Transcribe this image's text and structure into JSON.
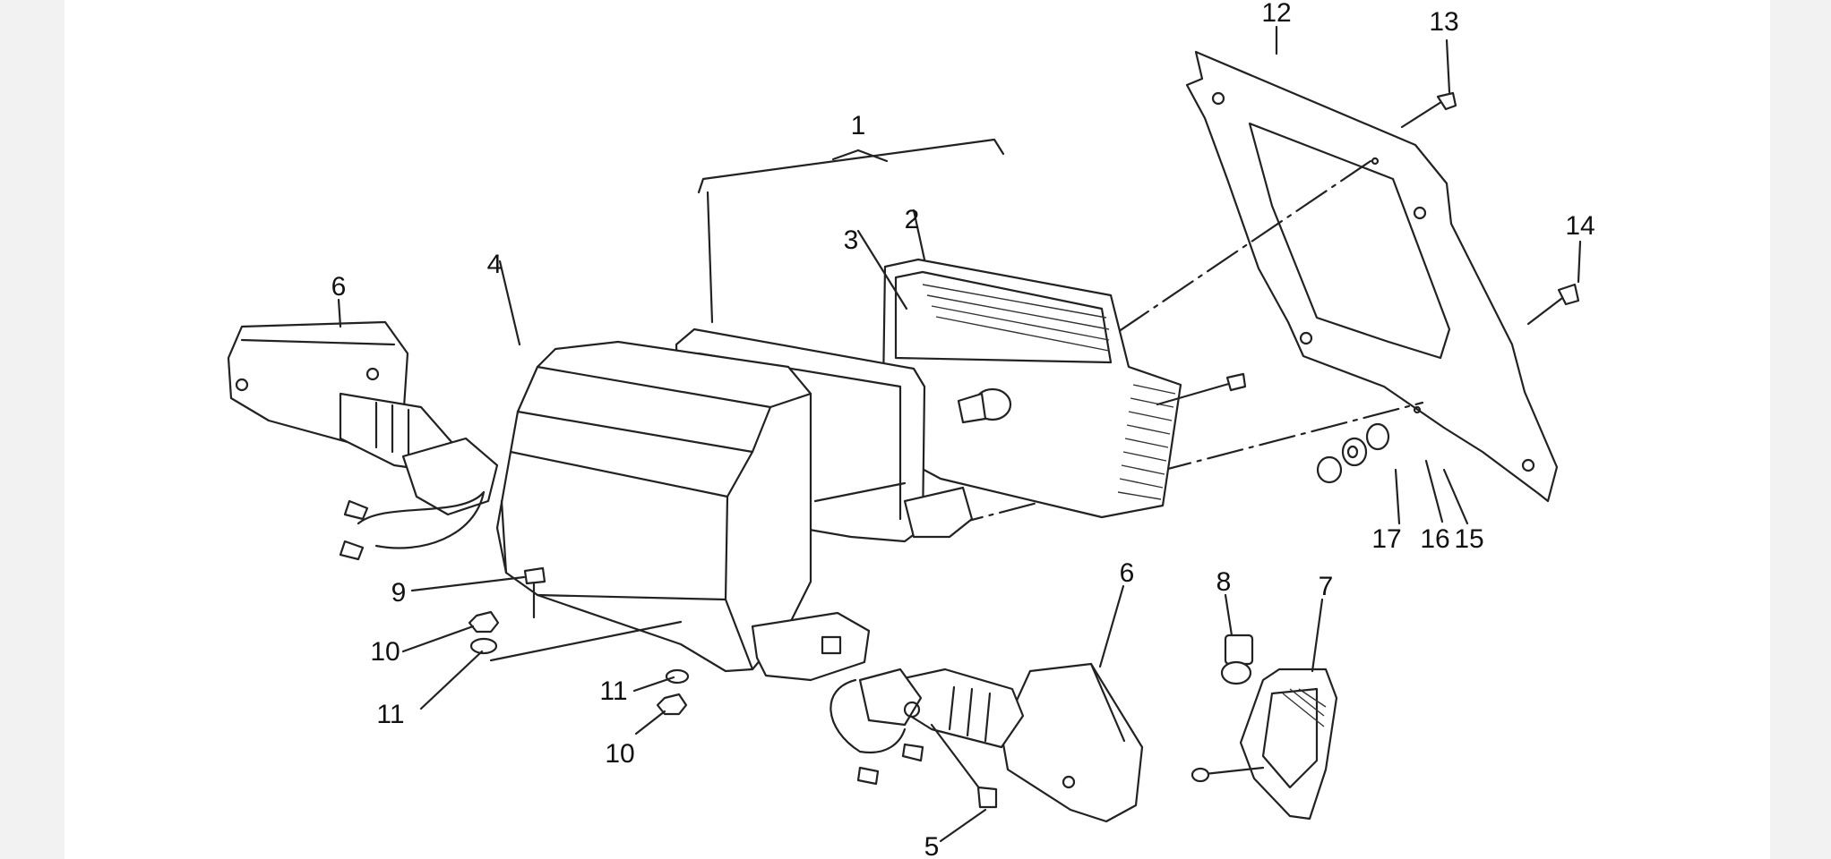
{
  "diagram": {
    "callouts": [
      {
        "id": "c1",
        "text": "1"
      },
      {
        "id": "c2",
        "text": "2"
      },
      {
        "id": "c3",
        "text": "3"
      },
      {
        "id": "c4",
        "text": "4"
      },
      {
        "id": "c5",
        "text": "5"
      },
      {
        "id": "c6a",
        "text": "6"
      },
      {
        "id": "c6b",
        "text": "6"
      },
      {
        "id": "c7",
        "text": "7"
      },
      {
        "id": "c8",
        "text": "8"
      },
      {
        "id": "c9",
        "text": "9"
      },
      {
        "id": "c10a",
        "text": "10"
      },
      {
        "id": "c10b",
        "text": "10"
      },
      {
        "id": "c11a",
        "text": "11"
      },
      {
        "id": "c11b",
        "text": "11"
      },
      {
        "id": "c12",
        "text": "12"
      },
      {
        "id": "c13",
        "text": "13"
      },
      {
        "id": "c14",
        "text": "14"
      },
      {
        "id": "c15",
        "text": "15"
      },
      {
        "id": "c16",
        "text": "16"
      },
      {
        "id": "c17",
        "text": "17"
      }
    ]
  }
}
